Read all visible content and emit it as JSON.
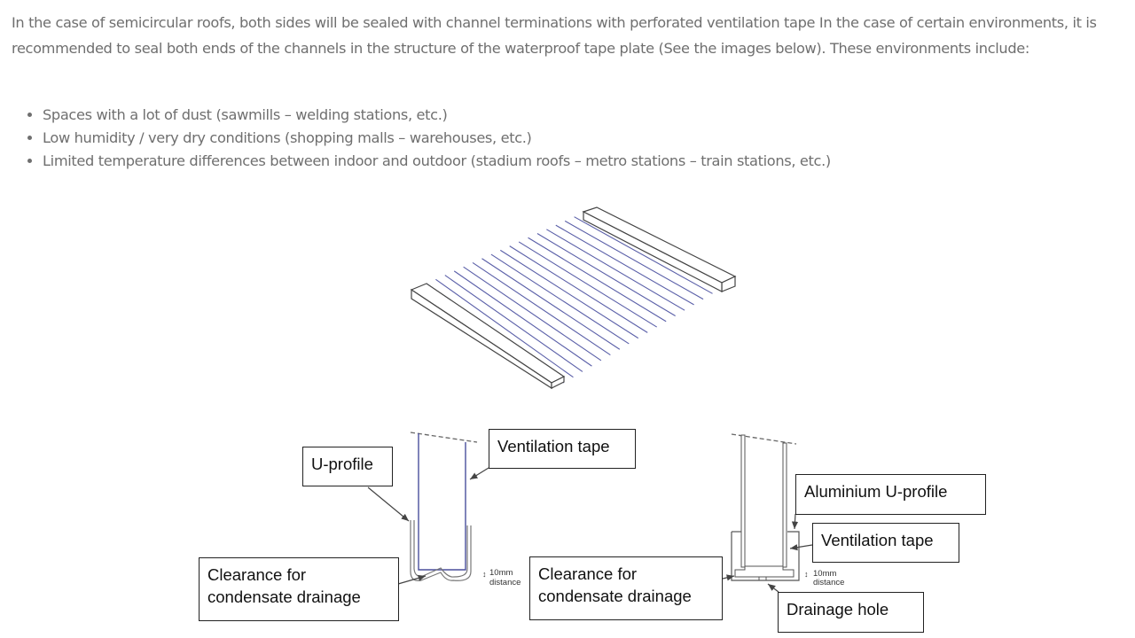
{
  "intro": {
    "paragraph": "In the case of semicircular roofs, both sides will be sealed with channel terminations with perforated ventilation tape In the case of certain environments, it is recommended to seal both ends of the channels in the structure of the waterproof tape plate (See the images below). These environments include:"
  },
  "environments": [
    "Spaces with a lot of dust (sawmills – welding stations, etc.)",
    "Low humidity / very dry conditions (shopping malls – warehouses, etc.)",
    "Limited temperature differences between indoor and outdoor (stadium roofs – metro stations – train stations, etc.)"
  ],
  "diagram_left": {
    "labels": {
      "u_profile": "U-profile",
      "ventilation_tape": "Ventilation tape",
      "clearance": "Clearance for condensate drainage"
    },
    "dimension": {
      "value": "10mm",
      "caption": "distance"
    }
  },
  "diagram_right": {
    "labels": {
      "aluminium_u_profile": "Aluminium U-profile",
      "ventilation_tape": "Ventilation tape",
      "clearance": "Clearance for condensate drainage",
      "drainage_hole": "Drainage hole"
    },
    "dimension": {
      "value": "10mm",
      "caption": "distance"
    }
  },
  "colors": {
    "body_text": "#6f6f6f",
    "channel_line": "#4a4f9c",
    "outline": "#333333"
  }
}
